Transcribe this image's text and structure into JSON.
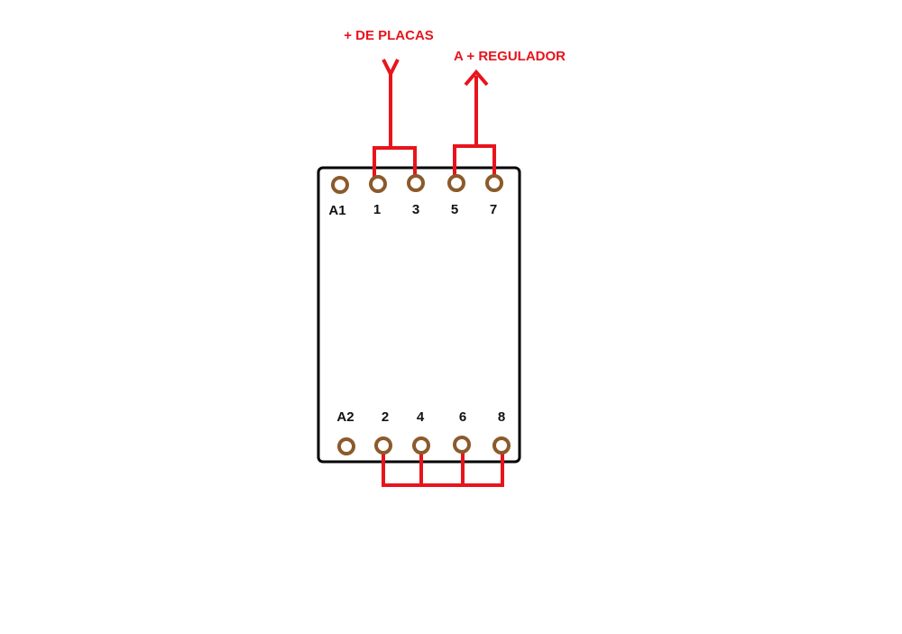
{
  "labels": {
    "input": "+ DE PLACAS",
    "output": "A + REGULADOR"
  },
  "terminals": {
    "top": [
      "A1",
      "1",
      "3",
      "5",
      "7"
    ],
    "bottom": [
      "A2",
      "2",
      "4",
      "6",
      "8"
    ]
  },
  "colors": {
    "wire": "#e8141c",
    "terminal": "#8b5a2b",
    "body_outline": "#000000",
    "terminal_label": "#111111"
  }
}
